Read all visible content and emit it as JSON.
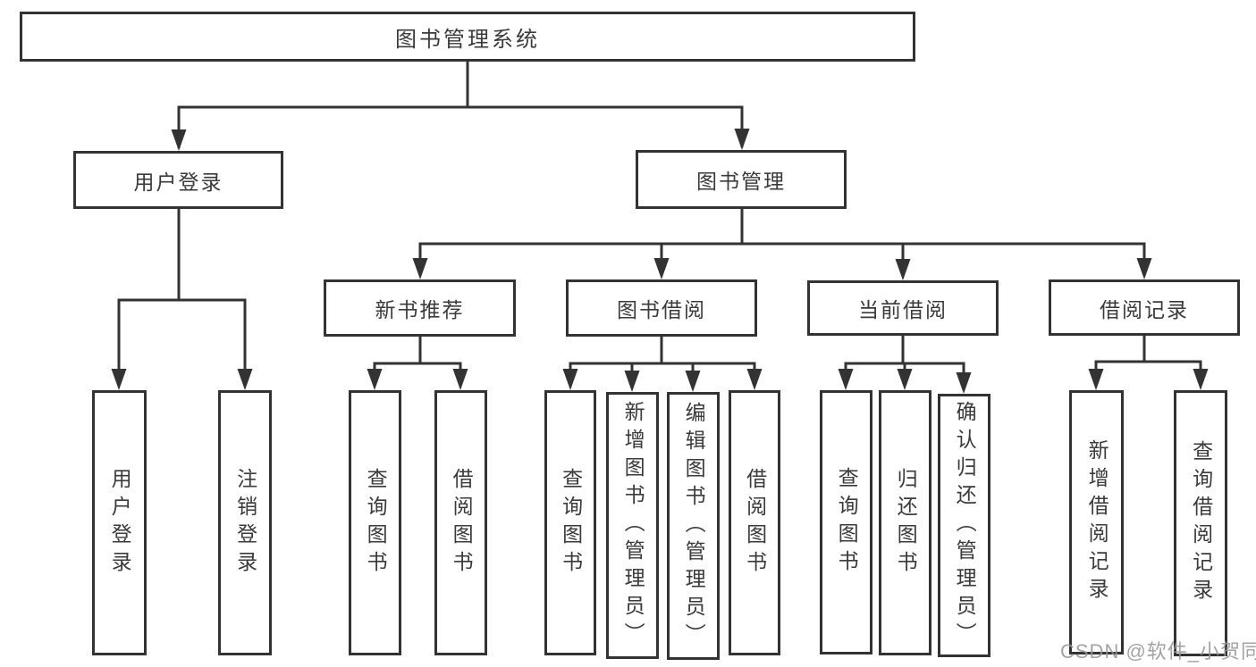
{
  "diagram": {
    "root": {
      "label": "图书管理系统",
      "children": [
        {
          "label": "用户登录",
          "children": [
            {
              "label": "用户登录"
            },
            {
              "label": "注销登录"
            }
          ]
        },
        {
          "label": "图书管理",
          "children": [
            {
              "label": "新书推荐",
              "children": [
                {
                  "label": "查询图书"
                },
                {
                  "label": "借阅图书"
                }
              ]
            },
            {
              "label": "图书借阅",
              "children": [
                {
                  "label": "查询图书"
                },
                {
                  "label": "新增图书（管理员）"
                },
                {
                  "label": "编辑图书（管理员）"
                },
                {
                  "label": "借阅图书"
                }
              ]
            },
            {
              "label": "当前借阅",
              "children": [
                {
                  "label": "查询图书"
                },
                {
                  "label": "归还图书"
                },
                {
                  "label": "确认归还（管理员）"
                }
              ]
            },
            {
              "label": "借阅记录",
              "children": [
                {
                  "label": "新增借阅记录"
                },
                {
                  "label": "查询借阅记录"
                }
              ]
            }
          ]
        }
      ]
    },
    "watermark": "CSDN @软件_小贺同学",
    "colors": {
      "line": "#333333",
      "box_border": "#333333",
      "text": "#3a3a3a",
      "watermark": "#969696"
    }
  }
}
